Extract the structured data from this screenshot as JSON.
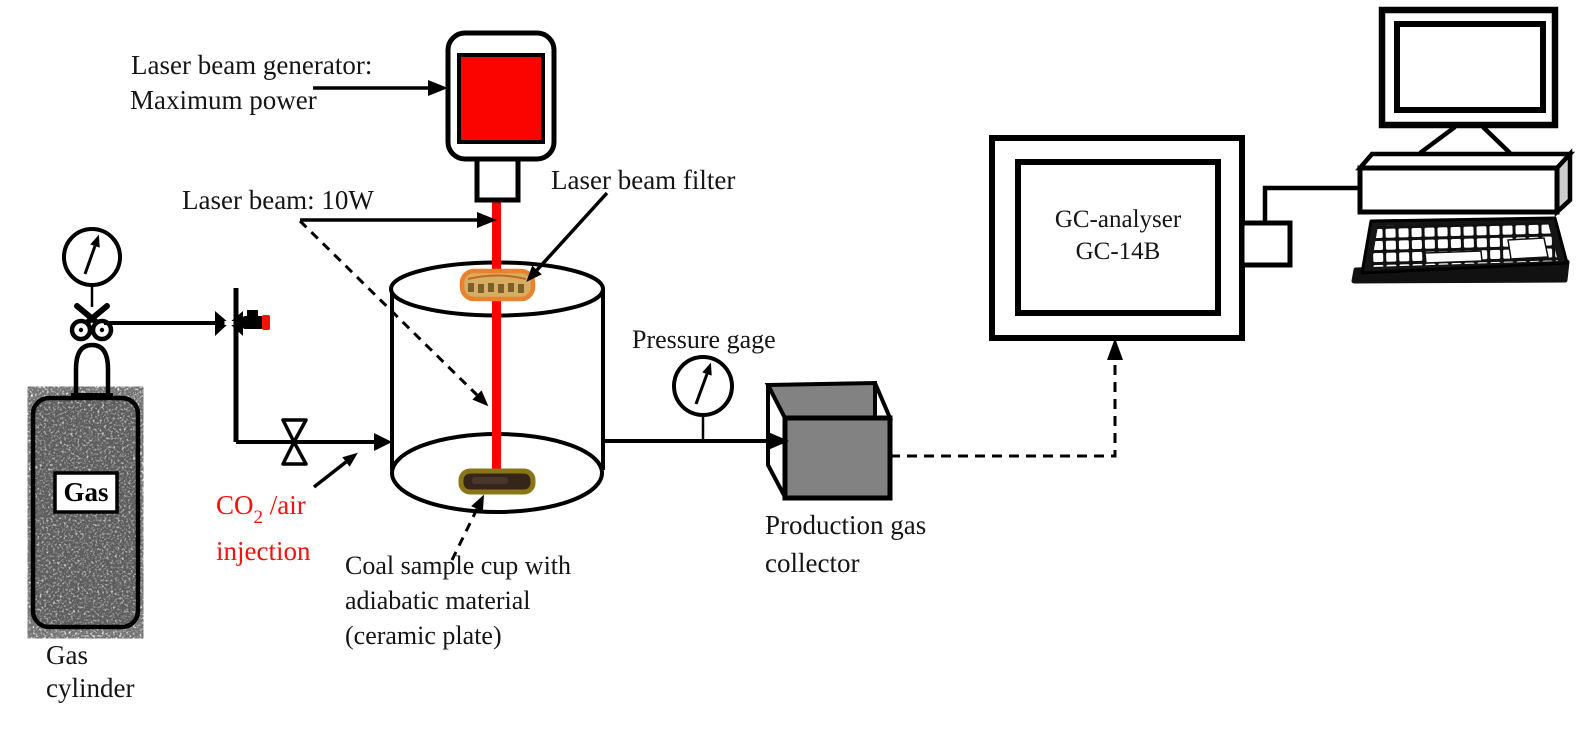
{
  "diagram": {
    "labels": {
      "laser_generator_line1": "Laser beam generator:",
      "laser_generator_line2": "Maximum power",
      "laser_beam": "Laser beam: 10W",
      "laser_filter": "Laser beam filter",
      "pressure_gage": "Pressure gage",
      "co2_main": "CO",
      "co2_sub": "2",
      "co2_rest": " /air",
      "co2_line2": "injection",
      "coal_line1": "Coal sample cup with",
      "coal_line2": "adiabatic material",
      "coal_line3": "(ceramic plate)",
      "production_line1": "Production gas",
      "production_line2": "collector",
      "cylinder_tank_label": "Gas",
      "cylinder_caption_line1": "Gas",
      "cylinder_caption_line2": "cylinder",
      "gc_line1": "GC-analyser",
      "gc_line2": "GC-14B"
    },
    "colors": {
      "laser_red": "#fb0400",
      "annotation_red": "#fb0f0b",
      "collector_gray": "#828282",
      "filter_tan": "#d7ad63",
      "filter_orange": "#e8822f",
      "cup_brown": "#36261a",
      "cup_olive": "#8a7616",
      "unit_side_gray": "#cccccc"
    }
  }
}
